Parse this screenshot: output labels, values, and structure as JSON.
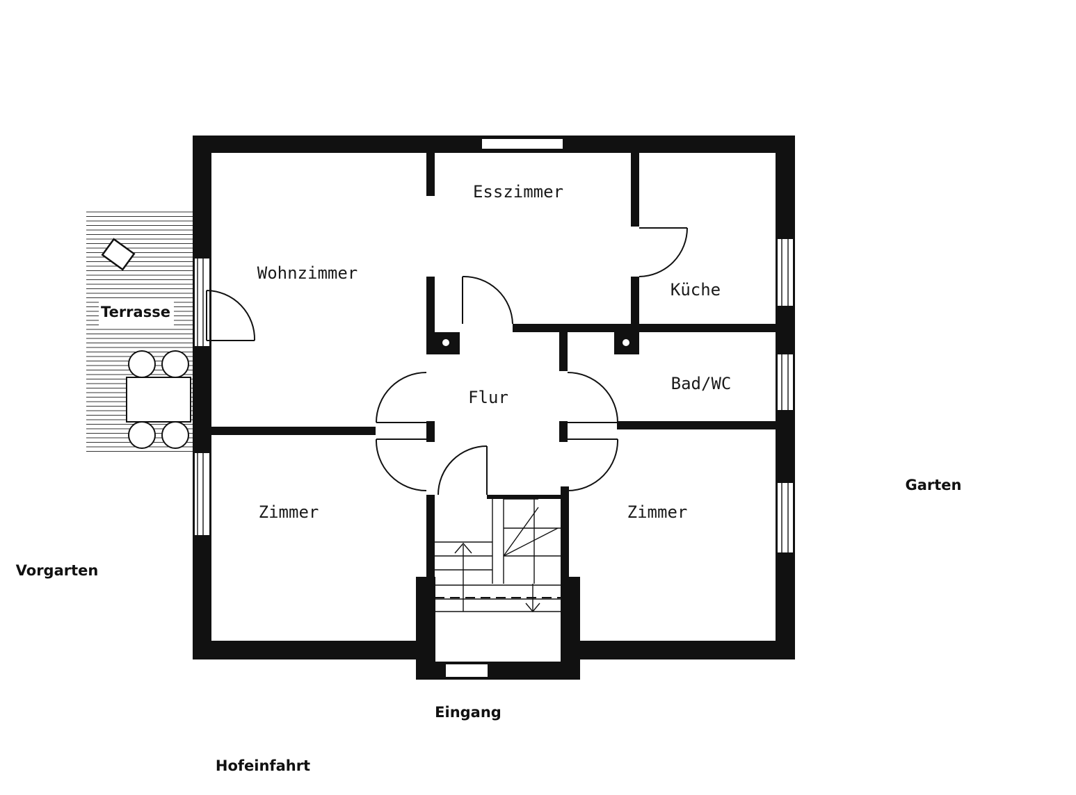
{
  "rooms": {
    "esszimmer": "Esszimmer",
    "wohnzimmer": "Wohnzimmer",
    "kueche": "Küche",
    "flur": "Flur",
    "bad": "Bad/WC",
    "zimmer_left": "Zimmer",
    "zimmer_right": "Zimmer"
  },
  "outside": {
    "terrasse": "Terrasse",
    "garten": "Garten",
    "vorgarten": "Vorgarten",
    "eingang": "Eingang",
    "hofeinfahrt": "Hofeinfahrt"
  },
  "colors": {
    "wall": "#111111",
    "background": "#ffffff"
  }
}
